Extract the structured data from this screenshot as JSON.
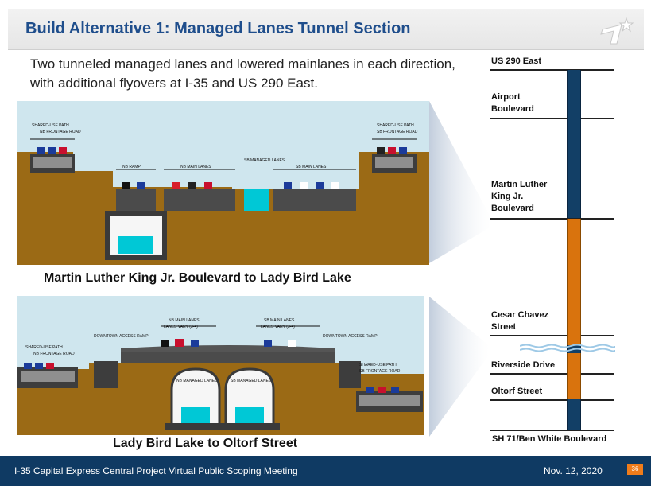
{
  "slide": {
    "title": "Build Alternative 1: Managed Lanes Tunnel Section",
    "body": "Two tunneled managed lanes and lowered mainlanes in each direction, with additional flyovers at I-35 and US 290 East.",
    "sections": [
      {
        "caption": "Martin Luther King Jr. Boulevard to Lady Bird Lake",
        "labels": {
          "left_path": "SHARED-USE PATH",
          "left_frontage": "NB FRONTAGE ROAD",
          "nb_ramp": "NB RAMP",
          "nb_main": "NB MAIN LANES",
          "sb_managed": "SB MANAGED LANES",
          "sb_main": "SB MAIN LANES",
          "right_path": "SHARED-USE PATH",
          "right_frontage": "SB FRONTAGE ROAD"
        }
      },
      {
        "caption": "Lady Bird Lake to Oltorf Street",
        "labels": {
          "left_path": "SHARED-USE PATH",
          "left_frontage": "NB FRONTAGE ROAD",
          "downtown_ramp_left": "DOWNTOWN ACCESS RAMP",
          "nb_main": "NB MAIN LANES",
          "nb_main_vary": "LANES VARY (3-4)",
          "sb_main": "SB MAIN LANES",
          "sb_main_vary": "LANES VARY (3-4)",
          "downtown_ramp_right": "DOWNTOWN ACCESS RAMP",
          "right_path": "SHARED-USE PATH",
          "right_frontage": "SB FRONTAGE ROAD",
          "nb_managed": "NB MANAGED LANES",
          "sb_managed": "SB MANAGED LANES"
        }
      }
    ]
  },
  "corridor": {
    "labels": {
      "us290": "US 290 East",
      "airport_1": "Airport",
      "airport_2": "Boulevard",
      "mlk_1": "Martin Luther",
      "mlk_2": "King Jr.",
      "mlk_3": "Boulevard",
      "cesar_1": "Cesar Chavez",
      "cesar_2": "Street",
      "riverside": "Riverside Drive",
      "oltorf": "Oltorf Street",
      "sh71": "SH 71/Ben White Boulevard"
    }
  },
  "footer": {
    "meeting": "I-35 Capital Express Central Project Virtual Public Scoping Meeting",
    "date": "Nov. 12, 2020",
    "page": "36"
  },
  "colors": {
    "title": "#1f4e8c",
    "footer": "#0f3a63",
    "ground": "#8a5a12",
    "sky": "#cfe6ee",
    "managed_lane": "#00c8d6",
    "bar_blue": "#123f66",
    "bar_orange": "#d9730d",
    "badge": "#f07c1a"
  }
}
